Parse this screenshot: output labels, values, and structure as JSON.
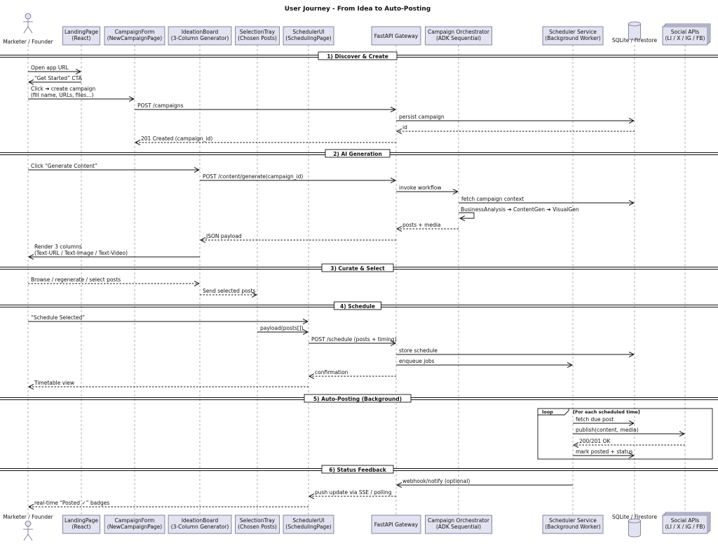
{
  "title": "User Journey - From Idea to Auto-Posting",
  "participants": [
    {
      "id": "user",
      "kind": "actor",
      "lines": [
        "Marketer / Founder"
      ]
    },
    {
      "id": "landing",
      "kind": "box",
      "lines": [
        "LandingPage",
        "(React)"
      ]
    },
    {
      "id": "form",
      "kind": "box",
      "lines": [
        "CampaignForm",
        "(NewCampaignPage)"
      ]
    },
    {
      "id": "board",
      "kind": "box",
      "lines": [
        "IdeationBoard",
        "(3-Column Generator)"
      ]
    },
    {
      "id": "tray",
      "kind": "box",
      "lines": [
        "SelectionTray",
        "(Chosen Posts)"
      ]
    },
    {
      "id": "schedui",
      "kind": "box",
      "lines": [
        "SchedulerUI",
        "(SchedulingPage)"
      ]
    },
    {
      "id": "api",
      "kind": "box",
      "lines": [
        "FastAPI Gateway"
      ]
    },
    {
      "id": "orch",
      "kind": "box",
      "lines": [
        "Campaign Orchestrator",
        "(ADK Sequential)"
      ]
    },
    {
      "id": "sched",
      "kind": "box",
      "lines": [
        "Scheduler Service",
        "(Background Worker)"
      ]
    },
    {
      "id": "db",
      "kind": "database",
      "lines": [
        "SQLite / Firestore"
      ]
    },
    {
      "id": "social",
      "kind": "collections",
      "lines": [
        "Social APIs",
        "(LI / X / IG / FB)"
      ]
    }
  ],
  "sections": [
    {
      "label": "1) Discover & Create"
    },
    {
      "label": "2) AI Generation"
    },
    {
      "label": "3) Curate & Select"
    },
    {
      "label": "4) Schedule"
    },
    {
      "label": "5) Auto-Posting (Background)"
    },
    {
      "label": "6) Status Feedback"
    }
  ],
  "loop": {
    "keyword": "loop",
    "condition": "[For each scheduled time]"
  },
  "messages": [
    {
      "from": "user",
      "to": "landing",
      "lines": [
        "Open app URL"
      ],
      "dashed": false
    },
    {
      "from": "landing",
      "to": "user",
      "lines": [
        "“Get Started” CTA"
      ],
      "dashed": false
    },
    {
      "from": "user",
      "to": "form",
      "lines": [
        "Click ➔ create campaign",
        "(fill name, URLs, files…)"
      ],
      "dashed": false
    },
    {
      "from": "form",
      "to": "api",
      "lines": [
        "POST /campaigns"
      ],
      "dashed": false
    },
    {
      "from": "api",
      "to": "db",
      "lines": [
        "persist campaign"
      ],
      "dashed": false
    },
    {
      "from": "db",
      "to": "api",
      "lines": [
        "id"
      ],
      "dashed": true
    },
    {
      "from": "api",
      "to": "form",
      "lines": [
        "201 Created (campaign_id)"
      ],
      "dashed": true
    },
    {
      "from": "user",
      "to": "board",
      "lines": [
        "Click “Generate Content”"
      ],
      "dashed": false
    },
    {
      "from": "board",
      "to": "api",
      "lines": [
        "POST /content/generate(campaign_id)"
      ],
      "dashed": false
    },
    {
      "from": "api",
      "to": "orch",
      "lines": [
        "invoke workflow"
      ],
      "dashed": false
    },
    {
      "from": "orch",
      "to": "db",
      "lines": [
        "fetch campaign context"
      ],
      "dashed": false
    },
    {
      "from": "orch",
      "to": "orch",
      "lines": [
        "BusinessAnalysis ➔ ContentGen ➔ VisualGen"
      ],
      "dashed": false
    },
    {
      "from": "orch",
      "to": "api",
      "lines": [
        "posts + media"
      ],
      "dashed": true
    },
    {
      "from": "api",
      "to": "board",
      "lines": [
        "JSON payload"
      ],
      "dashed": true
    },
    {
      "from": "board",
      "to": "user",
      "lines": [
        "Render 3 columns",
        "(Text-URL / Text-Image / Text-Video)"
      ],
      "dashed": false
    },
    {
      "from": "user",
      "to": "board",
      "lines": [
        "Browse / regenerate / select posts"
      ],
      "dashed": true
    },
    {
      "from": "board",
      "to": "tray",
      "lines": [
        "Send selected posts"
      ],
      "dashed": true
    },
    {
      "from": "user",
      "to": "schedui",
      "lines": [
        "“Schedule Selected”"
      ],
      "dashed": false
    },
    {
      "from": "tray",
      "to": "schedui",
      "lines": [
        "payload(posts[])"
      ],
      "dashed": false
    },
    {
      "from": "schedui",
      "to": "api",
      "lines": [
        "POST /schedule (posts + timing)"
      ],
      "dashed": false
    },
    {
      "from": "api",
      "to": "db",
      "lines": [
        "store schedule"
      ],
      "dashed": false
    },
    {
      "from": "api",
      "to": "sched",
      "lines": [
        "enqueue jobs"
      ],
      "dashed": false
    },
    {
      "from": "api",
      "to": "schedui",
      "lines": [
        "confirmation"
      ],
      "dashed": true
    },
    {
      "from": "schedui",
      "to": "user",
      "lines": [
        "Timetable view"
      ],
      "dashed": true
    },
    {
      "from": "sched",
      "to": "db",
      "lines": [
        "fetch due post"
      ],
      "dashed": false
    },
    {
      "from": "sched",
      "to": "social",
      "lines": [
        "publish(content, media)"
      ],
      "dashed": false
    },
    {
      "from": "social",
      "to": "sched",
      "lines": [
        "200/201 OK"
      ],
      "dashed": true
    },
    {
      "from": "sched",
      "to": "db",
      "lines": [
        "mark posted + status"
      ],
      "dashed": false
    },
    {
      "from": "sched",
      "to": "api",
      "lines": [
        "webhook/notify (optional)"
      ],
      "dashed": false
    },
    {
      "from": "api",
      "to": "schedui",
      "lines": [
        "push update via SSE / polling"
      ],
      "dashed": true
    },
    {
      "from": "schedui",
      "to": "user",
      "lines": [
        "real-time “Posted ✓” badges"
      ],
      "dashed": true
    }
  ]
}
